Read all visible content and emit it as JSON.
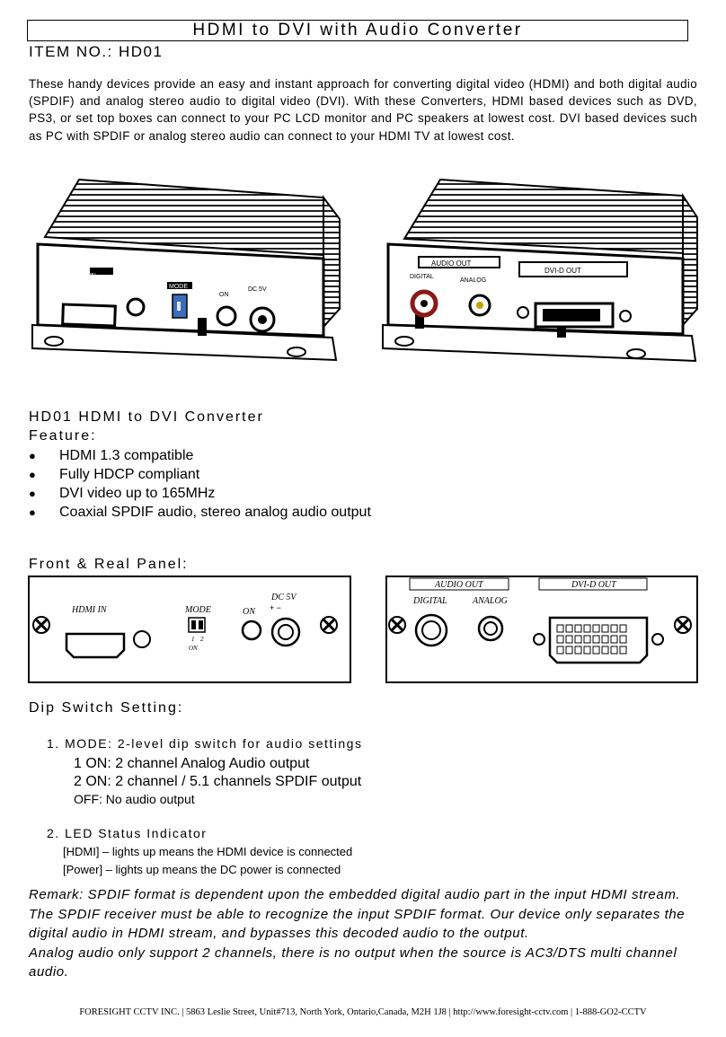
{
  "title": "HDMI to DVI with Audio Converter",
  "item_no": "ITEM NO.:   HD01",
  "intro": "These handy devices provide an easy and instant approach for converting digital video (HDMI) and both digital audio (SPDIF) and analog stereo audio to digital video (DVI). With these Converters, HDMI based devices such as DVD, PS3, or set top boxes can connect to your PC LCD monitor and PC speakers at lowest cost.  DVI based devices such as PC with SPDIF or analog stereo audio can connect to your HDMI TV at lowest cost.",
  "photo_left": {
    "hdmi_in": "HDMI IN",
    "mode": "MODE",
    "on": "ON",
    "dc": "DC 5V"
  },
  "photo_right": {
    "audio_out": "AUDIO OUT",
    "digital": "DIGITAL",
    "analog": "ANALOG",
    "dvi_out": "DVI-D OUT"
  },
  "model_line": "HD01   HDMI to DVI Converter",
  "feature_heading": "Feature:",
  "features": [
    "HDMI 1.3 compatible",
    "Fully HDCP compliant",
    "DVI video up to 165MHz",
    "Coaxial SPDIF audio, stereo analog audio output"
  ],
  "panel_heading": "Front & Real Panel:",
  "front_panel": {
    "hdmi_in": "HDMI IN",
    "mode": "MODE",
    "on": "ON",
    "dc": "DC 5V",
    "plus_minus": "+ −",
    "sw1": "1",
    "sw2": "2",
    "sw_on": "ON"
  },
  "rear_panel": {
    "audio_out": "AUDIO OUT",
    "digital": "DIGITAL",
    "analog": "ANALOG",
    "dvi_out": "DVI-D OUT"
  },
  "dip_heading": "Dip Switch Setting:",
  "dip_1": "1. MODE: 2-level dip switch for audio settings",
  "dip_1a": "1 ON: 2 channel Analog Audio output",
  "dip_1b": "2 ON: 2 channel / 5.1 channels SPDIF output",
  "dip_1c": "OFF: No audio output",
  "led_heading": "2.  LED Status Indicator",
  "led_1": "[HDMI] – lights up means the HDMI device is connected",
  "led_2": "[Power] – lights up means the DC power is connected",
  "remark": "Remark:   SPDIF format is dependent upon the embedded digital audio part in the input HDMI stream. The SPDIF receiver must be able to recognize the input SPDIF format.   Our device only separates the digital audio in HDMI stream, and bypasses this decoded audio to the output.",
  "remark_2": "Analog audio only support 2 channels, there is no output when the source is AC3/DTS multi channel audio.",
  "footer": "FORESIGHT CCTV INC. | 5863 Leslie Street, Unit#713, North York, Ontario,Canada, M2H 1J8 | http://www.foresight-cctv.com | 1-888-GO2-CCTV"
}
